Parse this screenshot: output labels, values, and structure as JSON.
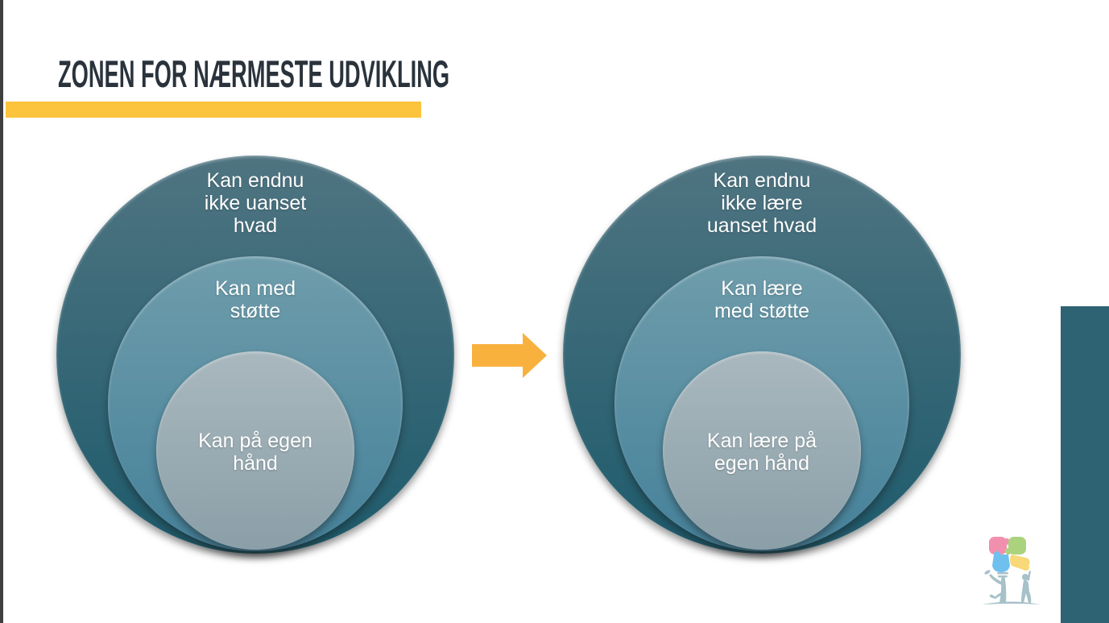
{
  "title": "ZONEN FOR NÆRMESTE UDVIKLING",
  "diagrams": {
    "left": {
      "outer_label": "Kan endnu\nikke uanset\nhvad",
      "middle_label": "Kan med\nstøtte",
      "inner_label": "Kan på egen\nhånd"
    },
    "right": {
      "outer_label": "Kan endnu\nikke lære\nuanset hvad",
      "middle_label": "Kan lære\nmed støtte",
      "inner_label": "Kan lære på\negen hånd"
    }
  },
  "icons": {
    "arrow": "right-block-arrow",
    "logo": "tree-lightbulb-puzzle-logo"
  },
  "colors": {
    "title_text": "#2A333C",
    "accent_yellow_bar": "#FCC33C",
    "arrow_yellow": "#F9B13E",
    "outer_circle_top": "#4F7481",
    "outer_circle_bottom": "#1E5B6C",
    "middle_circle_top": "#6F9DAB",
    "middle_circle_bottom": "#45819A",
    "inner_circle_top": "#A9B8BE",
    "inner_circle_bottom": "#8B9FA8",
    "side_bar_teal": "#2D6373",
    "edge_bar_dark": "#3F3F3F",
    "circle_text": "#FFFFFF"
  }
}
